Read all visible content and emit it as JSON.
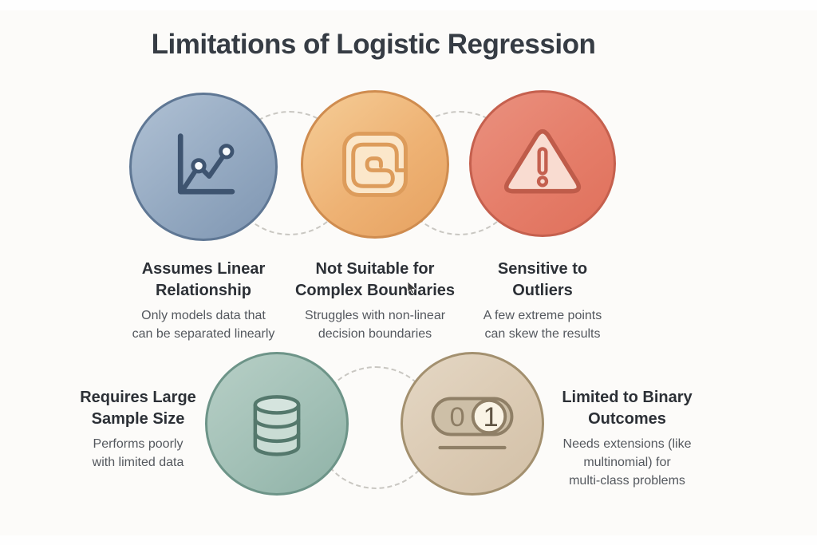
{
  "title": "Limitations of Logistic Regression",
  "items": [
    {
      "icon": "line-chart-icon",
      "heading": "Assumes Linear\nRelationship",
      "desc": "Only models data that\ncan be separated linearly"
    },
    {
      "icon": "spiral-maze-icon",
      "heading": "Not Suitable for\nComplex Boundaries",
      "desc": "Struggles with non-linear\ndecision boundaries"
    },
    {
      "icon": "warning-triangle-icon",
      "heading": "Sensitive to\nOutliers",
      "desc": "A few extreme points\ncan skew the results"
    },
    {
      "icon": "database-icon",
      "heading": "Requires Large\nSample Size",
      "desc": "Performs poorly\nwith limited data"
    },
    {
      "icon": "binary-toggle-icon",
      "heading": "Limited to Binary\nOutcomes",
      "desc": "Needs extensions (like\nmultinomial) for\nmulti-class problems",
      "toggle": {
        "off_label": "0",
        "on_label": "1"
      }
    }
  ],
  "colors": {
    "background": "#fcfbf9",
    "title_text": "#363c44",
    "heading_text": "#2c3036",
    "desc_text": "#54585e",
    "dashed_connector": "#c9c7c2",
    "bubble1_fill": "#94a9c1",
    "bubble1_border": "#5f7794",
    "bubble1_icon": "#3e5470",
    "bubble2_fill": "#eeb274",
    "bubble2_border": "#cf8c4f",
    "bubble2_icon_fill": "#fbe7ca",
    "bubble3_fill": "#e57d69",
    "bubble3_border": "#c5604e",
    "bubble3_icon_fill": "#f9dcd1",
    "bubble4_fill": "#a2c0b6",
    "bubble4_border": "#6d9488",
    "bubble4_icon": "#54786c",
    "bubble5_fill": "#dbcab3",
    "bubble5_border": "#a3906f",
    "bubble5_icon": "#8f7f66"
  }
}
